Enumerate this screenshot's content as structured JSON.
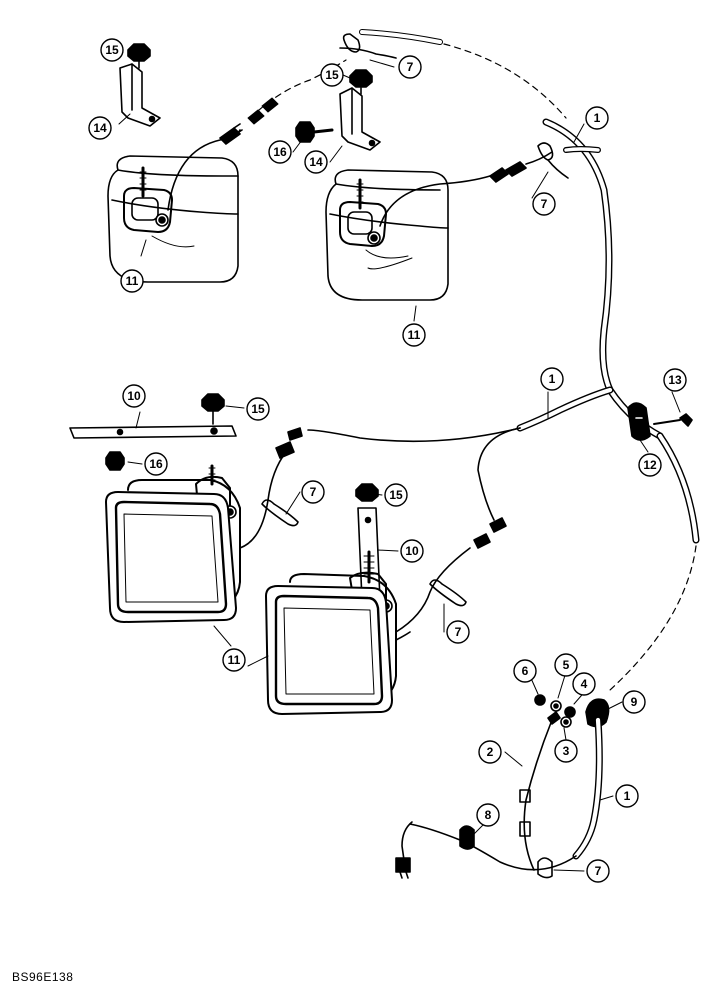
{
  "diagram": {
    "callouts": [
      {
        "id": "c15a",
        "label": "15"
      },
      {
        "id": "c14a",
        "label": "14"
      },
      {
        "id": "c11a",
        "label": "11"
      },
      {
        "id": "c15b",
        "label": "15"
      },
      {
        "id": "c7a",
        "label": "7"
      },
      {
        "id": "c16a",
        "label": "16"
      },
      {
        "id": "c14b",
        "label": "14"
      },
      {
        "id": "c1a",
        "label": "1"
      },
      {
        "id": "c7b",
        "label": "7"
      },
      {
        "id": "c11b",
        "label": "11"
      },
      {
        "id": "c10a",
        "label": "10"
      },
      {
        "id": "c15c",
        "label": "15"
      },
      {
        "id": "c16b",
        "label": "16"
      },
      {
        "id": "c1b",
        "label": "1"
      },
      {
        "id": "c13",
        "label": "13"
      },
      {
        "id": "c12",
        "label": "12"
      },
      {
        "id": "c7c",
        "label": "7"
      },
      {
        "id": "c15d",
        "label": "15"
      },
      {
        "id": "c10b",
        "label": "10"
      },
      {
        "id": "c7d",
        "label": "7"
      },
      {
        "id": "c11c",
        "label": "11"
      },
      {
        "id": "c6",
        "label": "6"
      },
      {
        "id": "c5",
        "label": "5"
      },
      {
        "id": "c4",
        "label": "4"
      },
      {
        "id": "c9",
        "label": "9"
      },
      {
        "id": "c2",
        "label": "2"
      },
      {
        "id": "c3",
        "label": "3"
      },
      {
        "id": "c1c",
        "label": "1"
      },
      {
        "id": "c8",
        "label": "8"
      },
      {
        "id": "c7e",
        "label": "7"
      }
    ],
    "code": "BS96E138"
  }
}
